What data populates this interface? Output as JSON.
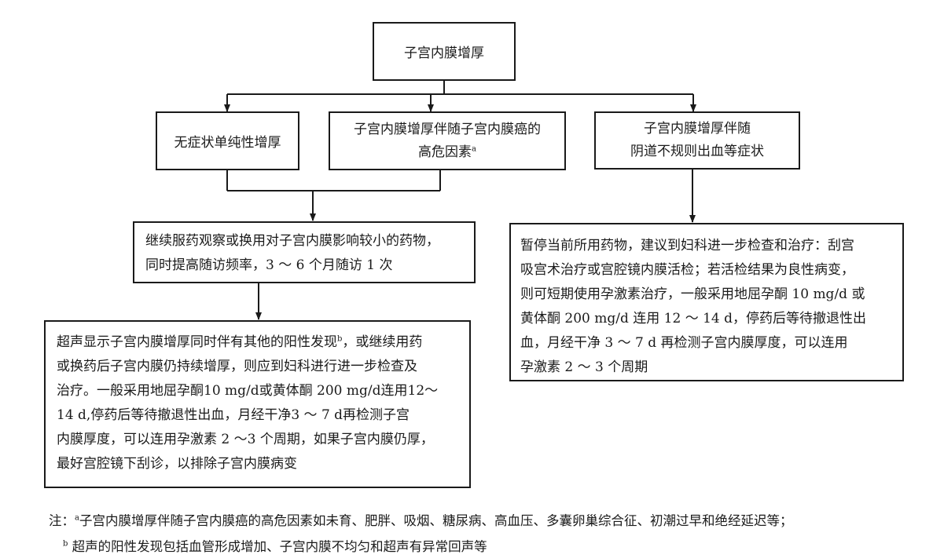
{
  "boxes": {
    "root": "子宫内膜增厚",
    "no_symptom": "无症状单纯性增厚",
    "high_risk": {
      "line1": "子宫内膜增厚伴随子宫内膜癌的",
      "line2": "高危因素",
      "sup": "a"
    },
    "bleeding": {
      "line1": "子宫内膜增厚伴随",
      "line2": "阴道不规则出血等症状"
    },
    "continue": {
      "line1": "继续服药观察或换用对子宫内膜影响较小的药物，",
      "line2": "同时提高随访频率，3 ～ 6 个月随访 1 次"
    },
    "pause": {
      "lines": [
        "暂停当前所用药物，建议到妇科进一步检查和治疗：刮宫",
        "吸宫术治疗或宫腔镜内膜活检；若活检结果为良性病变，",
        "则可短期使用孕激素治疗，一般采用地屈孕酮 10 mg/d 或",
        "黄体酮 200 mg/d 连用 12 ～ 14 d，停药后等待撤退性出",
        "血，月经干净 3 ～ 7 d 再检测子宫内膜厚度，可以连用",
        "孕激素 2 ～ 3 个周期"
      ]
    },
    "ultrasound": {
      "line1_a": "超声显示子宫内膜增厚同时伴有其他的阳性发现",
      "line1_sup": "b",
      "line1_b": "，或继续用药",
      "lines": [
        "或换药后子宫内膜仍持续增厚，则应到妇科进行进一步检查及",
        "治疗。一般采用地屈孕酮10 mg/d或黄体酮 200 mg/d连用12～",
        "14 d,停药后等待撤退性出血，月经干净3 ～ 7 d再检测子宫",
        "内膜厚度，可以连用孕激素 2 ～3 个周期，如果子宫内膜仍厚，",
        "最好宫腔镜下刮诊，以排除子宫内膜病变"
      ]
    }
  },
  "notes": {
    "prefix": "注：",
    "a_sup": "a",
    "a_text": "子宫内膜增厚伴随子宫内膜癌的高危因素如未育、肥胖、吸烟、糖尿病、高血压、多囊卵巢综合征、初潮过早和绝经延迟等；",
    "b_sup": "b",
    "b_text": " 超声的阳性发现包括血管形成增加、子宫内膜不均匀和超声有异常回声等"
  }
}
